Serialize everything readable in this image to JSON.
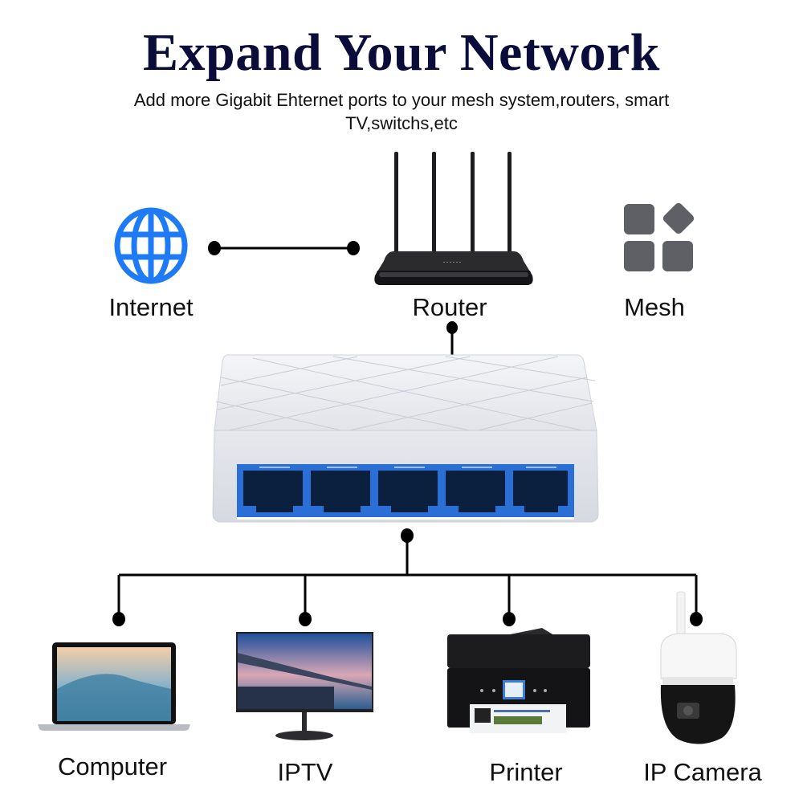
{
  "header": {
    "title": "Expand Your Network",
    "subtitle": "Add more Gigabit Ehternet ports to your mesh system,routers, smart TV,switchs,etc"
  },
  "top_devices": {
    "internet": {
      "label": "Internet",
      "icon": "globe-icon"
    },
    "router": {
      "label": "Router",
      "icon": "router-icon"
    },
    "mesh": {
      "label": "Mesh",
      "icon": "mesh-grid-icon"
    }
  },
  "switch": {
    "port_count": 5,
    "icon": "ethernet-switch-icon"
  },
  "bottom_devices": [
    {
      "label": "Computer",
      "icon": "laptop-icon"
    },
    {
      "label": "IPTV",
      "icon": "monitor-icon"
    },
    {
      "label": "Printer",
      "icon": "printer-icon"
    },
    {
      "label": "IP Camera",
      "icon": "ip-camera-icon"
    }
  ],
  "colors": {
    "title": "#0a0d3a",
    "globe": "#1e7bf5",
    "mesh": "#5f5f66",
    "port_blue": "#2a6fd6",
    "wire": "#000000"
  }
}
